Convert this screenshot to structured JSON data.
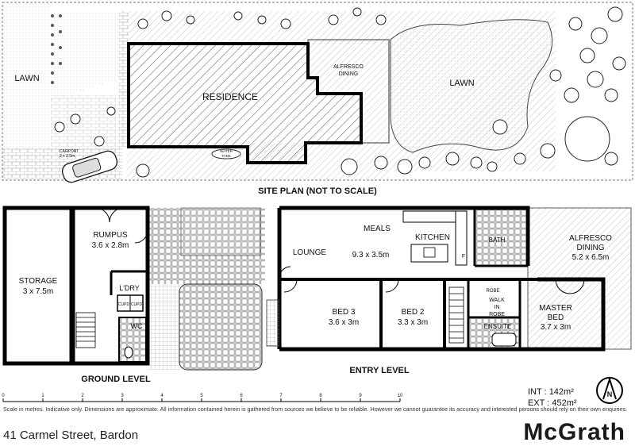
{
  "site_plan": {
    "title": "SITE PLAN (NOT TO SCALE)",
    "labels": {
      "lawn_left": "LAWN",
      "lawn_right": "LAWN",
      "residence": "RESIDENCE",
      "alfresco_line1": "ALFRESCO",
      "alfresco_line2": "DINING",
      "carport_line1": "CARPORT",
      "carport_line2": "3 x 2.5m",
      "water_tank_line1": "WATER",
      "water_tank_line2": "TANK"
    }
  },
  "ground_level": {
    "title": "GROUND LEVEL",
    "rooms": {
      "storage_name": "STORAGE",
      "storage_size": "3 x 7.5m",
      "rumpus_name": "RUMPUS",
      "rumpus_size": "3.6 x 2.8m",
      "laundry": "L'DRY",
      "wc": "WC",
      "cupd1": "CUPD",
      "cupd2": "CUPD"
    }
  },
  "entry_level": {
    "title": "ENTRY LEVEL",
    "rooms": {
      "meals": "MEALS",
      "kitchen": "KITCHEN",
      "lounge": "LOUNGE",
      "lounge_size": "9.3 x 3.5m",
      "bath": "BATH",
      "alfresco_name_line1": "ALFRESCO",
      "alfresco_name_line2": "DINING",
      "alfresco_size": "5.2 x 6.5m",
      "fridge": "F",
      "bed3_name": "BED 3",
      "bed3_size": "3.6 x 3m",
      "bed2_name": "BED 2",
      "bed2_size": "3.3 x 3m",
      "robe": "ROBE",
      "wir_line1": "WALK",
      "wir_line2": "IN",
      "wir_line3": "ROBE",
      "ensuite": "ENSUITE",
      "master_line1": "MASTER",
      "master_line2": "BED",
      "master_size": "3.7 x 3m"
    }
  },
  "scale": {
    "ticks": [
      "0",
      "1",
      "2",
      "3",
      "4",
      "5",
      "6",
      "7",
      "8",
      "9",
      "10"
    ]
  },
  "areas": {
    "int": "INT  : 142m²",
    "ext": "EXT  : 452m²"
  },
  "compass_letter": "N",
  "disclaimer": "Scale in metres. Indicative only. Dimensions are approximate. All information contained herein is gathered from sources we believe to be reliable. However we cannot guarantee its accuracy and interested persons should rely on their own enquiries.",
  "address": "41 Carmel Street, Bardon",
  "brand": "McGrath"
}
